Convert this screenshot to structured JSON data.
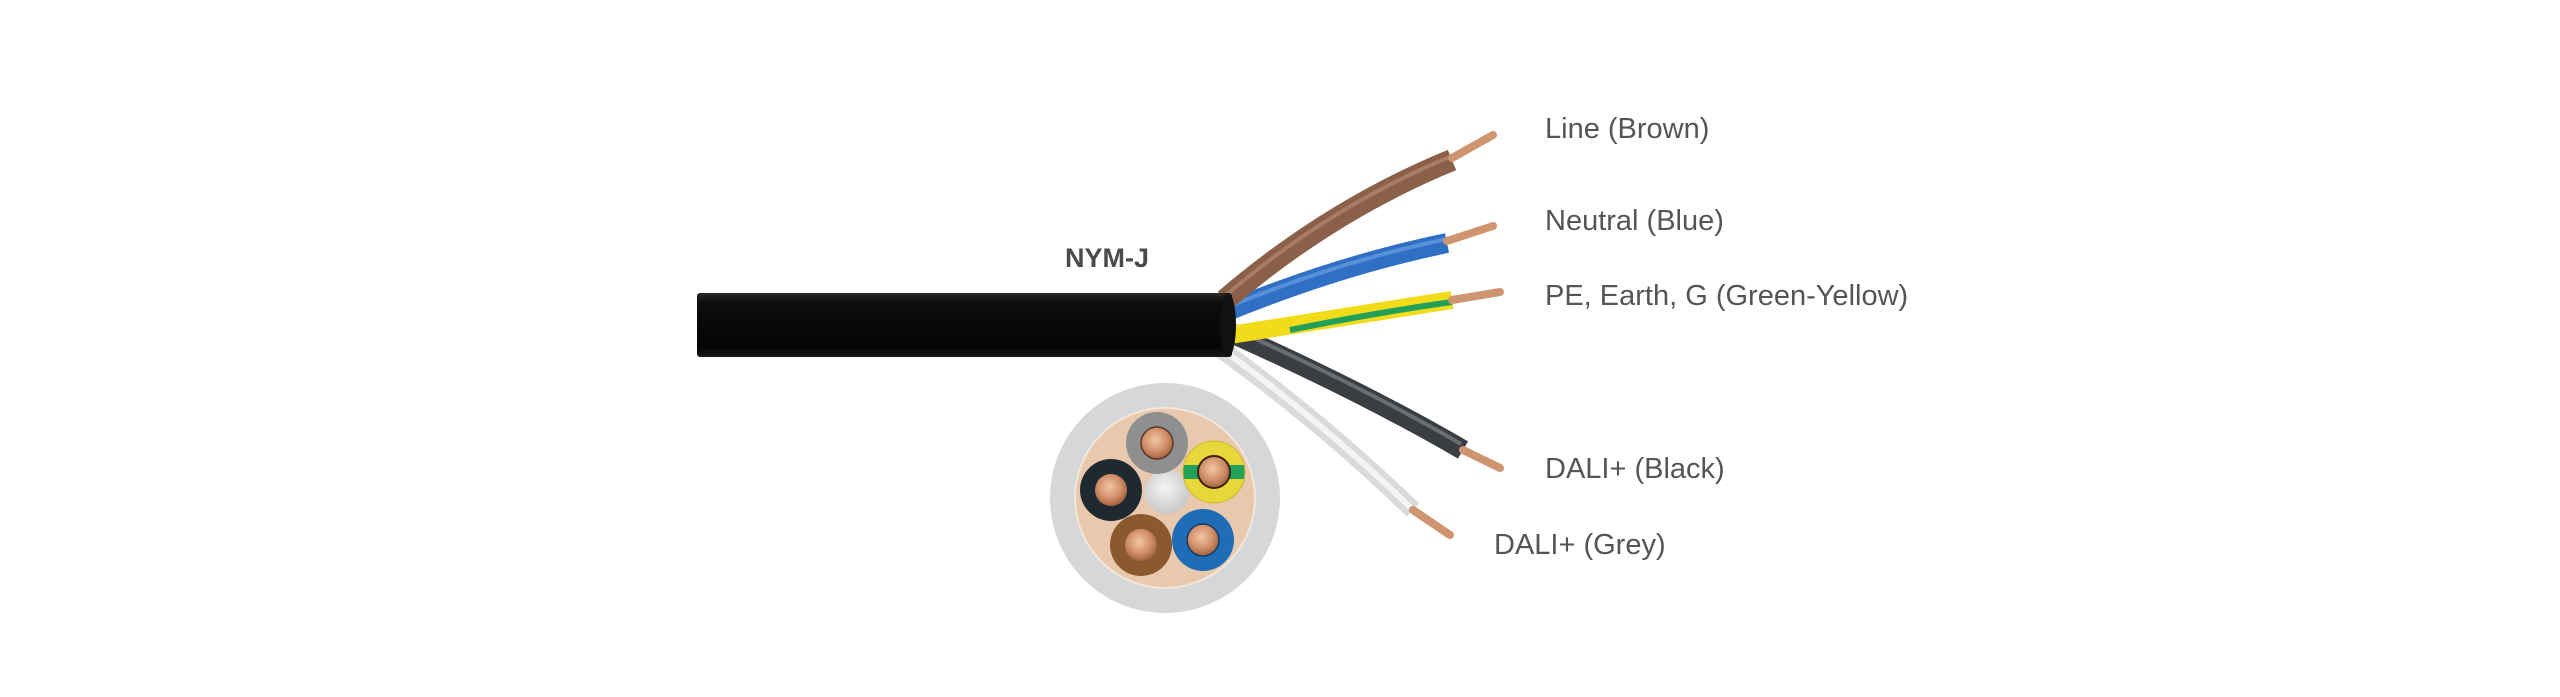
{
  "title": "NYM-J",
  "labels": [
    {
      "id": "line",
      "text": "Line (Brown)"
    },
    {
      "id": "neutral",
      "text": "Neutral (Blue)"
    },
    {
      "id": "pe",
      "text": "PE, Earth, G (Green-Yellow)"
    },
    {
      "id": "dali-black",
      "text": "DALI+ (Black)"
    },
    {
      "id": "dali-grey",
      "text": "DALI+ (Grey)"
    }
  ],
  "colors": {
    "sheath": "#0d0d0d",
    "brown": "#8a6048",
    "blue": "#2f6fc4",
    "yellow": "#f2dc1a",
    "green": "#22a05a",
    "black": "#3a3d42",
    "grey": "#d9dadc",
    "copper": "#d59b76",
    "filler": "#e9c9ae",
    "outer_sheath_section": "#d6d7d9",
    "text": "#555555",
    "title_text": "#4a4a4a"
  }
}
